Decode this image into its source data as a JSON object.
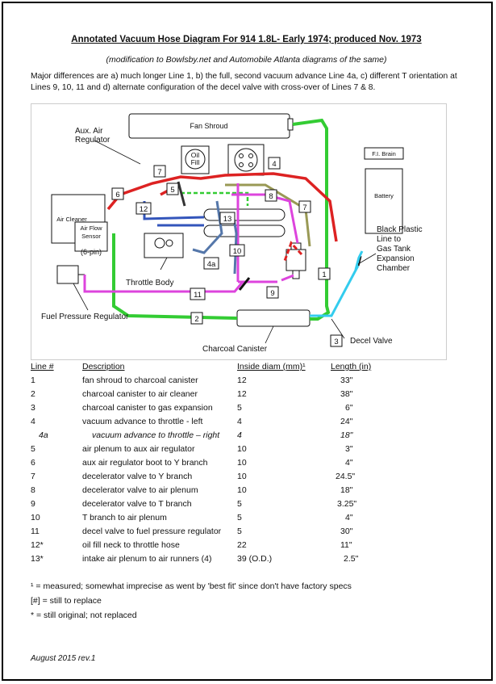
{
  "title": "Annotated Vacuum Hose Diagram For 914 1.8L- Early 1974; produced Nov. 1973",
  "subtitle": "(modification to Bowlsby.net and Automobile Atlanta diagrams of the same)",
  "intro": "Major differences are a) much longer Line 1, b) the full, second vacuum advance Line 4a, c) different T orientation at Lines 9, 10, 11 and d) alternate configuration of the decel valve with cross-over of Lines 7 & 8.",
  "diagram": {
    "labels": {
      "fan_shroud": "Fan Shroud",
      "aux_air_1": "Aux. Air",
      "aux_air_2": "Regulator",
      "oil": "Oil",
      "fill": "Fill",
      "fi_brain": "F.I. Brain",
      "battery": "Battery",
      "air_cleaner": "Air Cleaner",
      "afs_1": "Air Flow",
      "afs_2": "Sensor",
      "afs_3": "(6-pin)",
      "throttle_body": "Throttle Body",
      "black_plastic_1": "Black Plastic",
      "black_plastic_2": "Line to",
      "black_plastic_3": "Gas Tank",
      "black_plastic_4": "Expansion",
      "black_plastic_5": "Chamber",
      "fuel_pressure_regulator": "Fuel Pressure Regulator",
      "charcoal_canister": "Charcoal Canister",
      "decel_valve": "Decel Valve"
    },
    "numbers": [
      "7",
      "5",
      "6",
      "4",
      "12",
      "8",
      "13",
      "7",
      "10",
      "4a",
      "1",
      "9",
      "11",
      "2",
      "3"
    ],
    "colors": {
      "line1": "#33cc33",
      "line2": "#33cc33",
      "line3": "#33ccee",
      "line4": "#dd2222",
      "line5": "#dd2222",
      "line7": "#999955",
      "line8": "#dd44dd",
      "line9": "#dd44dd",
      "line11": "#dd44dd",
      "line12": "#3355bb",
      "line13": "#5577aa",
      "line10": "#5577aa"
    }
  },
  "table": {
    "headers": [
      "Line #",
      "Description",
      "Inside diam (mm)¹",
      "Length (in)"
    ],
    "rows": [
      {
        "line": "1",
        "desc": "fan shroud to charcoal canister",
        "diam": "12",
        "len": "33\""
      },
      {
        "line": "2",
        "desc": "charcoal canister to air cleaner",
        "diam": "12",
        "len": "38\""
      },
      {
        "line": "3",
        "desc": "charcoal canister to gas expansion",
        "diam": "5",
        "len": "6\""
      },
      {
        "line": "4",
        "desc": "vacuum advance to throttle - left",
        "diam": "4",
        "len": "24\""
      },
      {
        "line": "4a",
        "desc": "vacuum advance to throttle – right",
        "diam": "4",
        "len": "18\""
      },
      {
        "line": "5",
        "desc": "air plenum to aux air regulator",
        "diam": "10",
        "len": "3\""
      },
      {
        "line": "6",
        "desc": "aux air regulator boot to Y branch",
        "diam": "10",
        "len": "4\""
      },
      {
        "line": "7",
        "desc": "decelerator valve to Y branch",
        "diam": "10",
        "len": "24.5\""
      },
      {
        "line": "8",
        "desc": "decelerator valve to air plenum",
        "diam": "10",
        "len": "18\""
      },
      {
        "line": "9",
        "desc": "decelerator valve to T branch",
        "diam": "5",
        "len": "3.25\""
      },
      {
        "line": "10",
        "desc": "T branch to air plenum",
        "diam": "5",
        "len": "4\""
      },
      {
        "line": "11",
        "desc": "decel valve to fuel pressure regulator",
        "diam": "5",
        "len": "30\""
      },
      {
        "line": "12*",
        "desc": "oil fill neck to throttle hose",
        "diam": "22",
        "len": "11\""
      },
      {
        "line": "13*",
        "desc": "intake air plenum to air runners (4)",
        "diam": "39 (O.D.)",
        "len": "2.5\""
      }
    ]
  },
  "notes": {
    "n1": "¹ = measured; somewhat imprecise as went by 'best fit' since don't have factory specs",
    "n2": "[#] = still to replace",
    "n3": "* = still original; not replaced"
  },
  "footer": "August 2015    rev.1"
}
